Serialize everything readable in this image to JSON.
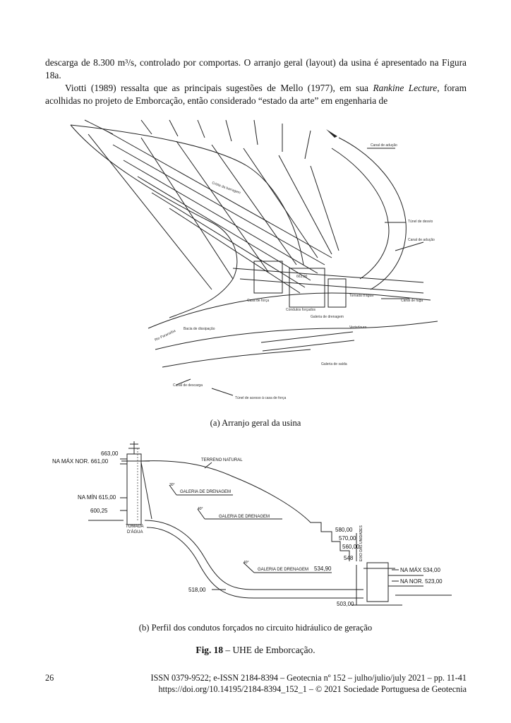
{
  "body": {
    "para1": "descarga de 8.300 m³/s, controlado por comportas. O arranjo geral (layout) da usina é apresentado na Figura 18a.",
    "para2_before": "Viotti (1989) ressalta que as principais sugestões de Mello (1977), em sua ",
    "para2_italic": "Rankine Lecture",
    "para2_after": ", foram acolhidas no projeto de Emborcação, então considerado “estado da arte” em engenharia de"
  },
  "figure_a": {
    "caption": "(a) Arranjo geral da usina",
    "labels": {
      "canal_aducao": "Canal de adução",
      "tunel_desvio": "Túnel de desvio",
      "canal_aducao_2": "Canal de adução",
      "canal_fuga": "Canal de fuga",
      "casa_forca": "Casa de força",
      "bacia_dissipacao": "Bacia de dissipação",
      "condutos_forcados": "Condutos forçados",
      "galeria_drenagem": "Galeria de drenagem",
      "vertedouro": "Vertedouro",
      "tomada_agua": "Tomada d'água",
      "canal_descarga": "Canal de descarga",
      "galeria_saida": "Galeria de saída",
      "tunel_acesso": "Túnel de acesso à casa de força",
      "crista_barragem": "Crista da barragem",
      "rio_paranaiba": "Rio Paranaíba",
      "crest_elev": "663,00"
    }
  },
  "figure_b": {
    "caption": "(b) Perfil dos condutos forçados no circuito hidráulico de geração",
    "labels": {
      "el_663": "663,00",
      "na_max_nor": "NA MÁX NOR. 661,00",
      "terreno": "TERRENO NATURAL",
      "galeria1": "GALERIA DE DRENAGEM",
      "na_min": "NA MÍN  615,00",
      "el_600": "600,25",
      "galeria2": "GALERIA DE DRENAGEM",
      "tomada": "TOMADA",
      "dagua": "D'ÁGUA",
      "el_580": "580,00",
      "el_570": "570,00",
      "el_560": "560,00",
      "el_548": "548",
      "eixo": "EIXO DAS UNIDADES",
      "galeria3": "GALERIA DE DRENAGEM",
      "el_534_9": "534,90",
      "na_max_534": "NA MÁX 534,00",
      "na_nor_523": "NA NOR. 523,00",
      "el_518": "518,00",
      "el_503": "503,00",
      "deg1": "30°",
      "deg2": "40°",
      "deg3": "40°"
    }
  },
  "figure_title": {
    "number": "Fig. 18",
    "text": " – UHE de Emborcação."
  },
  "footer": {
    "page_number": "26",
    "line1": "ISSN 0379-9522; e-ISSN 2184-8394 – Geotecnia nº 152 – julho/julio/july 2021 – pp. 11-41",
    "line2": "https://doi.org/10.14195/2184-8394_152_1 – © 2021 Sociedade Portuguesa de Geotecnia"
  }
}
